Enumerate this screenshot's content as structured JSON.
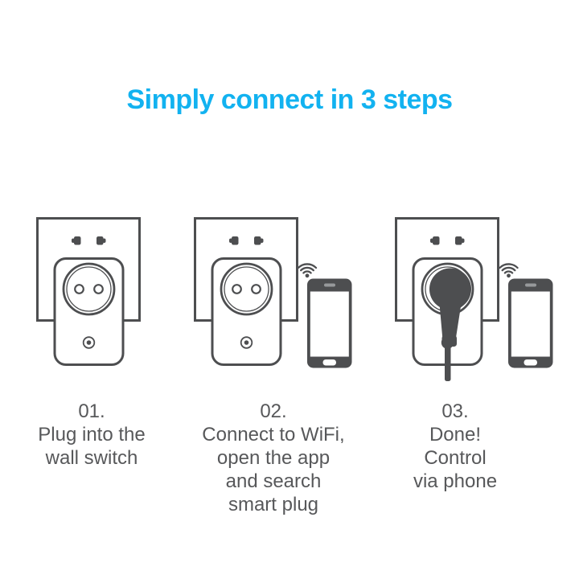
{
  "title": {
    "text": "Simply connect in 3 steps"
  },
  "colors": {
    "accent": "#12b2f0",
    "line": "#4d4e50",
    "caption_text": "#57585a",
    "background": "#ffffff",
    "phone_screen": "#ffffff",
    "phone_speaker": "#97999b"
  },
  "steps": [
    {
      "number": "01.",
      "caption_lines": [
        "Plug into the",
        "wall switch"
      ],
      "illustration": [
        "wall-outlet",
        "smart-plug"
      ]
    },
    {
      "number": "02.",
      "caption_lines": [
        "Connect to WiFi,",
        "open the app",
        "and search",
        "smart plug"
      ],
      "illustration": [
        "wall-outlet",
        "smart-plug",
        "wifi-icon",
        "smartphone"
      ]
    },
    {
      "number": "03.",
      "caption_lines": [
        "Done!",
        "Control",
        "via phone"
      ],
      "illustration": [
        "wall-outlet",
        "smart-plug",
        "power-plug-inserted",
        "power-cord",
        "wifi-icon",
        "smartphone"
      ]
    }
  ]
}
